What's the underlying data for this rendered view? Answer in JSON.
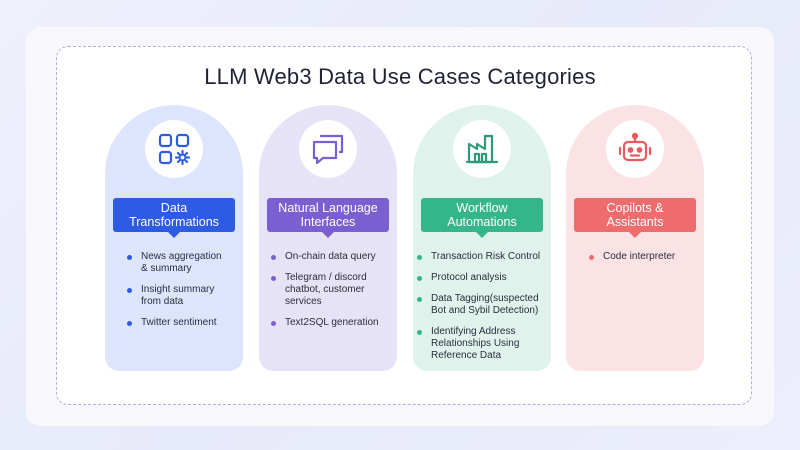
{
  "title": "LLM Web3 Data Use Cases Categories",
  "columns": [
    {
      "name": "Data Transformations",
      "label_lines": [
        "Data",
        "Transformations"
      ],
      "icon": "apps-gear-icon",
      "colors": {
        "pill": "#dde5fd",
        "label": "#2d5be3",
        "dot": "#2d5be3",
        "icon": "#2d5be3"
      },
      "items": [
        [
          "News aggregation",
          "& summary"
        ],
        [
          "Insight summary",
          "from data"
        ],
        [
          "Twitter sentiment"
        ]
      ]
    },
    {
      "name": "Natural Language Interfaces",
      "label_lines": [
        "Natural Language",
        "Interfaces"
      ],
      "icon": "chat-bubbles-icon",
      "colors": {
        "pill": "#e7e3f7",
        "label": "#7a5fd0",
        "dot": "#7a5fd0",
        "icon": "#7a5fd0"
      },
      "items": [
        [
          "On-chain data query"
        ],
        [
          "Telegram / discord",
          "chatbot, customer",
          "services"
        ],
        [
          "Text2SQL generation"
        ]
      ]
    },
    {
      "name": "Workflow Automations",
      "label_lines": [
        "Workflow",
        "Automations"
      ],
      "icon": "factory-icon",
      "colors": {
        "pill": "#dff3ec",
        "label": "#34b58a",
        "dot": "#34b58a",
        "icon": "#2f9a78"
      },
      "items": [
        [
          "Transaction Risk Control"
        ],
        [
          "Protocol analysis"
        ],
        [
          "Data Tagging(suspected",
          "Bot and Sybil Detection)"
        ],
        [
          "Identifying Address",
          "Relationships Using",
          "Reference Data"
        ]
      ]
    },
    {
      "name": "Copilots & Assistants",
      "label_lines": [
        "Copilots &",
        "Assistants"
      ],
      "icon": "robot-icon",
      "colors": {
        "pill": "#fbe3e5",
        "label": "#ee6b6e",
        "dot": "#ee6b6e",
        "icon": "#e85a5e"
      },
      "items": [
        [
          "Code interpreter"
        ]
      ]
    }
  ]
}
